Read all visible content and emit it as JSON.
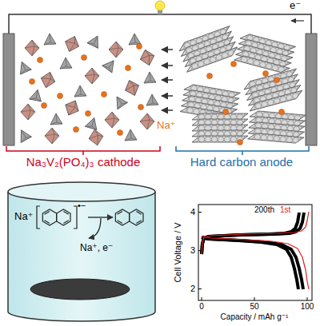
{
  "diagram": {
    "nodes": [
      {
        "text": [
          "Na₃V₂(PO₄)₃ cathode"
        ]
      },
      {
        "text": [
          "Hard carbon anode"
        ]
      }
    ],
    "edges": [
      {
        "from": 1,
        "to": 0,
        "arrow": "to"
      }
    ],
    "labels": [
      "e⁻",
      "Na⁺",
      "Na⁺",
      "•−",
      "Na⁺, e⁻",
      "Cell Voltage / V",
      "4",
      "3",
      "2",
      "0",
      "50",
      "100",
      "Capacity / mAh g⁻¹",
      "200th",
      "1st"
    ]
  }
}
